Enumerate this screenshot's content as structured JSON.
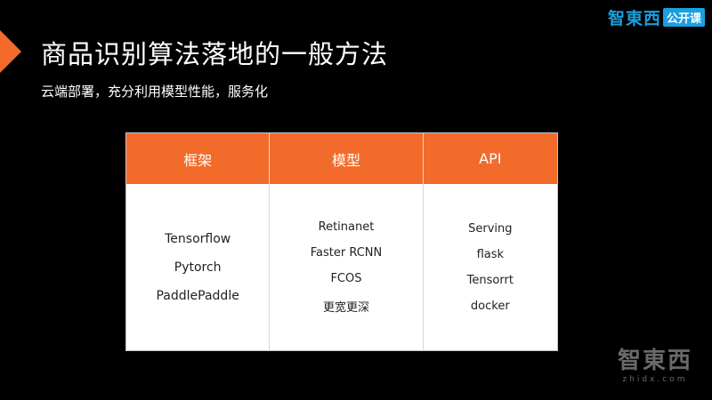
{
  "slide": {
    "title": "商品识别算法落地的一般方法",
    "subtitle": "云端部署，充分利用模型性能，服务化"
  },
  "brand": {
    "name": "智東西",
    "badge": "公开课",
    "color": "#1a9fe0"
  },
  "table": {
    "header_color": "#f26b2a",
    "columns": [
      "框架",
      "模型",
      "API"
    ],
    "cells": [
      [
        "Tensorflow",
        "Pytorch",
        "PaddlePaddle"
      ],
      [
        "Retinanet",
        "Faster RCNN",
        "FCOS",
        "更宽更深"
      ],
      [
        "Serving",
        "flask",
        "Tensorrt",
        "docker"
      ]
    ]
  },
  "watermark": {
    "name": "智東西",
    "url": "zhidx.com"
  }
}
